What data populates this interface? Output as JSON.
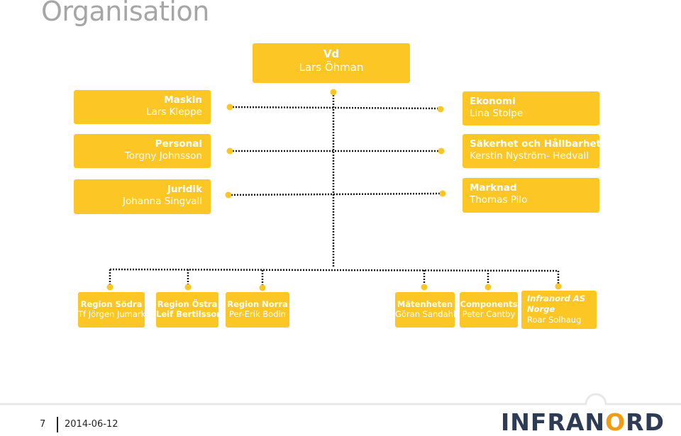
{
  "title": "Organisation",
  "top": {
    "role": "Vd",
    "person": "Lars Öhman"
  },
  "left": [
    {
      "role": "Maskin",
      "person": "Lars Kleppe"
    },
    {
      "role": "Personal",
      "person": "Torgny Johnsson"
    },
    {
      "role": "Juridik",
      "person": "Johanna Singvall"
    }
  ],
  "right": [
    {
      "role": "Ekonomi",
      "person": "Lina Stolpe"
    },
    {
      "role": "Säkerhet och Hållbarhet",
      "person": "Kerstin Nyström- Hedvall"
    },
    {
      "role": "Marknad",
      "person": "Thomas Pilo"
    }
  ],
  "regions": [
    {
      "role": "Region Södra",
      "person": "Tf Jörgen Jumark"
    },
    {
      "role": "Region Östra",
      "person": "Leif Bertilsson"
    },
    {
      "role": "Region Norra",
      "person": "Per-Erik Bodin"
    },
    {
      "role": "Mätenheten",
      "person": "Göran Sandahl"
    },
    {
      "role": "Components",
      "person": "Peter Cantby"
    },
    {
      "role": "Infranord AS",
      "role2": "Norge",
      "person": "Roar Solhaug"
    }
  ],
  "footer": {
    "page": "7",
    "date": "2014-06-12"
  },
  "logo": {
    "left": "INFRAN",
    "o": "O",
    "right": "RD"
  },
  "colors": {
    "box": "#fcc624",
    "connector": "#1a1a1a",
    "dot": "#fcc624",
    "title": "#a6a6a6"
  }
}
